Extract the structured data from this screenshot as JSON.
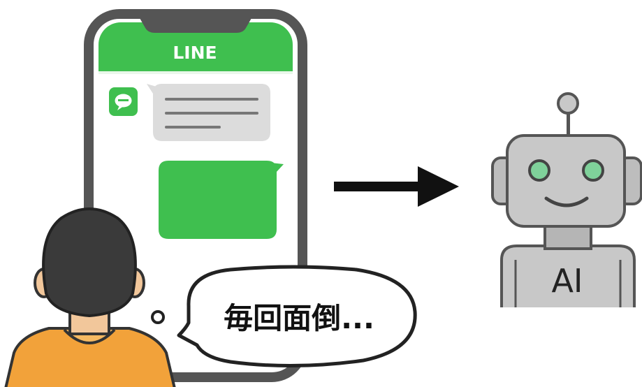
{
  "phone": {
    "app_title": "LINE",
    "header_color": "#3fbf4f",
    "icon": "line-chat-icon"
  },
  "chat": {
    "received_message_color": "#dcdcdc",
    "sent_message_color": "#3fbf4f"
  },
  "arrow": {
    "icon": "right-arrow-icon"
  },
  "robot": {
    "chest_label": "AI",
    "eye_color": "#7fd19a"
  },
  "person": {
    "shirt_color": "#f2a23a",
    "thought": "毎回面倒..."
  }
}
